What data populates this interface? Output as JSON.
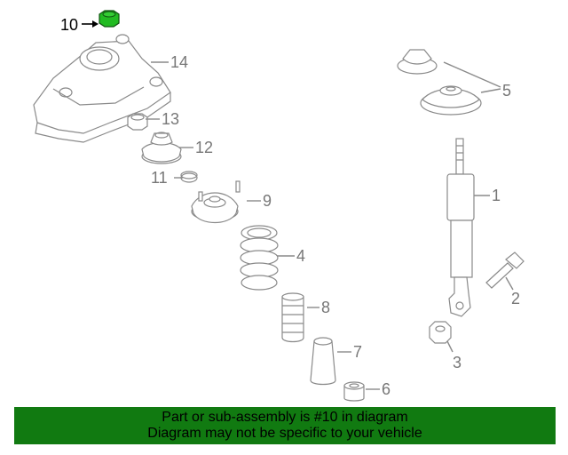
{
  "diagram": {
    "highlight_color": "#22bb22",
    "banner_color": "#117a11",
    "parts": [
      {
        "label": "1",
        "name": "shock-absorber"
      },
      {
        "label": "2",
        "name": "bolt"
      },
      {
        "label": "3",
        "name": "nut"
      },
      {
        "label": "4",
        "name": "coil-spring"
      },
      {
        "label": "5",
        "name": "spring-seat"
      },
      {
        "label": "6",
        "name": "bushing"
      },
      {
        "label": "7",
        "name": "dust-boot"
      },
      {
        "label": "8",
        "name": "bump-stop"
      },
      {
        "label": "9",
        "name": "spring-seat-upper"
      },
      {
        "label": "10",
        "name": "nut-highlighted"
      },
      {
        "label": "11",
        "name": "washer"
      },
      {
        "label": "12",
        "name": "strut-mount"
      },
      {
        "label": "13",
        "name": "nut"
      },
      {
        "label": "14",
        "name": "mount-bracket"
      }
    ]
  },
  "banner": {
    "line1": "Part or sub-assembly is #10 in diagram",
    "line2": "Diagram may not be specific to your vehicle"
  }
}
